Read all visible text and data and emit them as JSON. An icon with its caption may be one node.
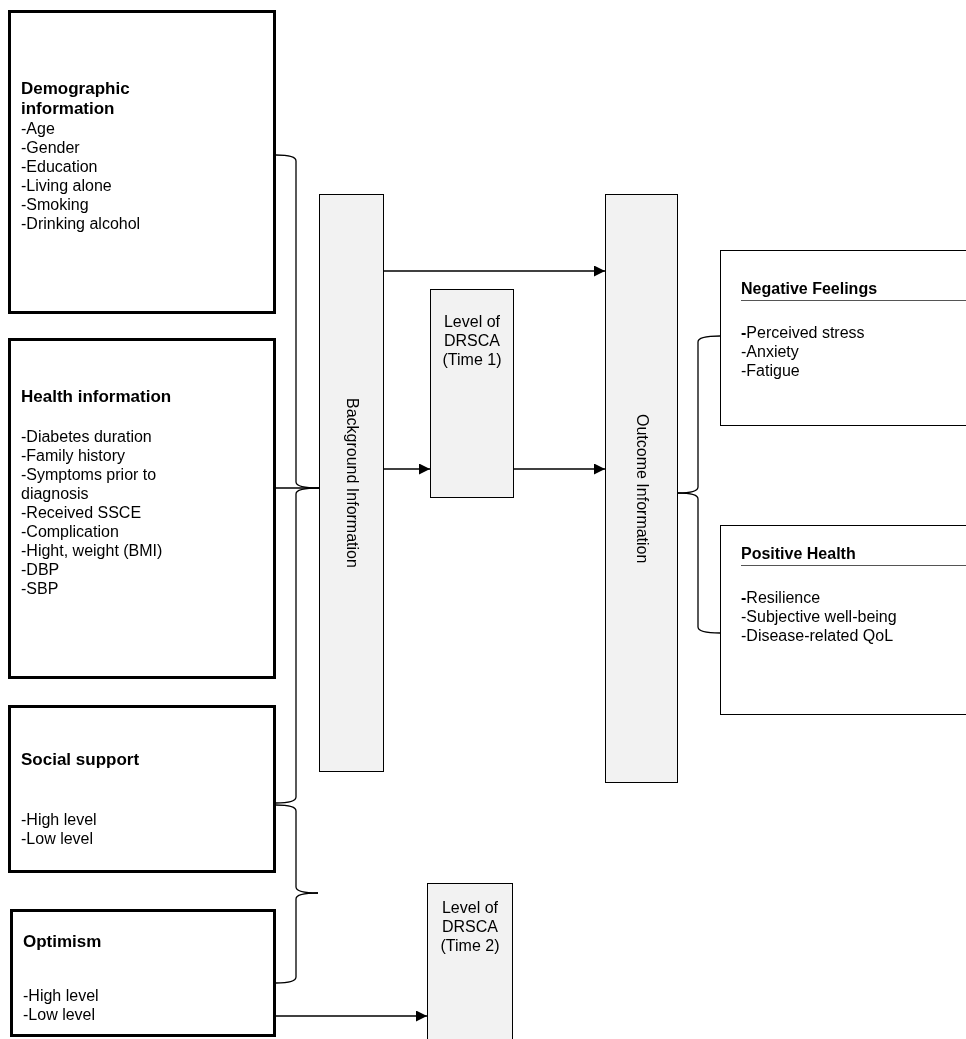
{
  "diagram": {
    "nodes": [
      {
        "text": [
          "Demographic information",
          "-Age",
          "-Gender",
          "-Education",
          "-Living alone",
          "-Smoking",
          "-Drinking alcohol"
        ]
      },
      {
        "text": [
          "Health information",
          "-Diabetes duration",
          "-Family history",
          "-Symptoms prior to diagnosis",
          "-Received SSCE",
          "-Complication",
          "-Hight, weight (BMI)",
          "-DBP",
          "-SBP"
        ]
      },
      {
        "text": [
          "Social support",
          "-High level",
          "-Low level"
        ]
      },
      {
        "text": [
          "Optimism",
          "-High level",
          "-Low level"
        ]
      },
      {
        "text": [
          "Background Information"
        ]
      },
      {
        "text": [
          "Level of DRSCA (Time 1)"
        ]
      },
      {
        "text": [
          "Outcome Information"
        ]
      },
      {
        "text": [
          "Negative Feelings",
          "**-**Perceived stress",
          "-Anxiety",
          "-Fatigue"
        ]
      },
      {
        "text": [
          "Positive Health",
          "**-**Resilience",
          "-Subjective well-being",
          "-Disease-related QoL"
        ]
      },
      {
        "text": [
          "Level of DRSCA (Time 2)"
        ]
      }
    ],
    "edges": [
      {
        "from": 0,
        "to": 4,
        "arrow": "none"
      },
      {
        "from": 1,
        "to": 4,
        "arrow": "none"
      },
      {
        "from": 2,
        "to": 4,
        "arrow": "none"
      },
      {
        "from": 2,
        "to": null,
        "arrow": "none"
      },
      {
        "from": 3,
        "to": null,
        "arrow": "none"
      },
      {
        "from": 4,
        "to": 6,
        "arrow": "to"
      },
      {
        "from": 4,
        "to": 5,
        "arrow": "to"
      },
      {
        "from": 5,
        "to": 6,
        "arrow": "to"
      },
      {
        "from": 3,
        "to": 9,
        "arrow": "to"
      },
      {
        "from": 6,
        "to": 7,
        "arrow": "none"
      },
      {
        "from": 6,
        "to": 8,
        "arrow": "none"
      }
    ]
  }
}
